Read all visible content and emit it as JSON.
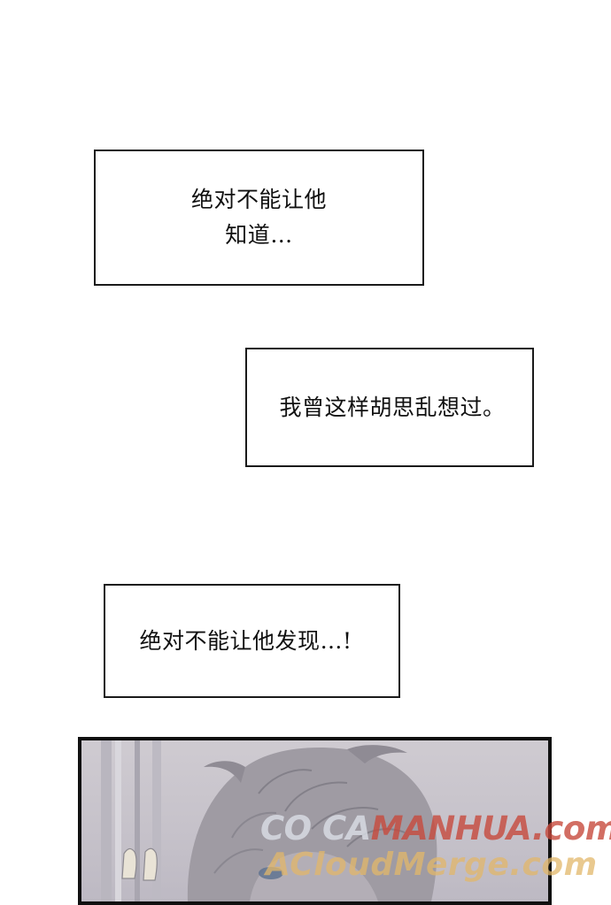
{
  "captions": [
    {
      "lines": [
        "绝对不能让他",
        "知道…"
      ]
    },
    {
      "lines": [
        "我曾这样胡思乱想过。"
      ]
    },
    {
      "lines": [
        "绝对不能让他发现…!"
      ]
    }
  ],
  "panel": {
    "art": "illustrated-character-grey-hair",
    "colors": {
      "background": "#c8c4cc",
      "hair": "#9b979e",
      "border": "#101010"
    }
  },
  "watermark": {
    "line1_part1": "CO CA",
    "line1_part2": "MANHUA.com",
    "line2": "ACloudMerge.com"
  }
}
